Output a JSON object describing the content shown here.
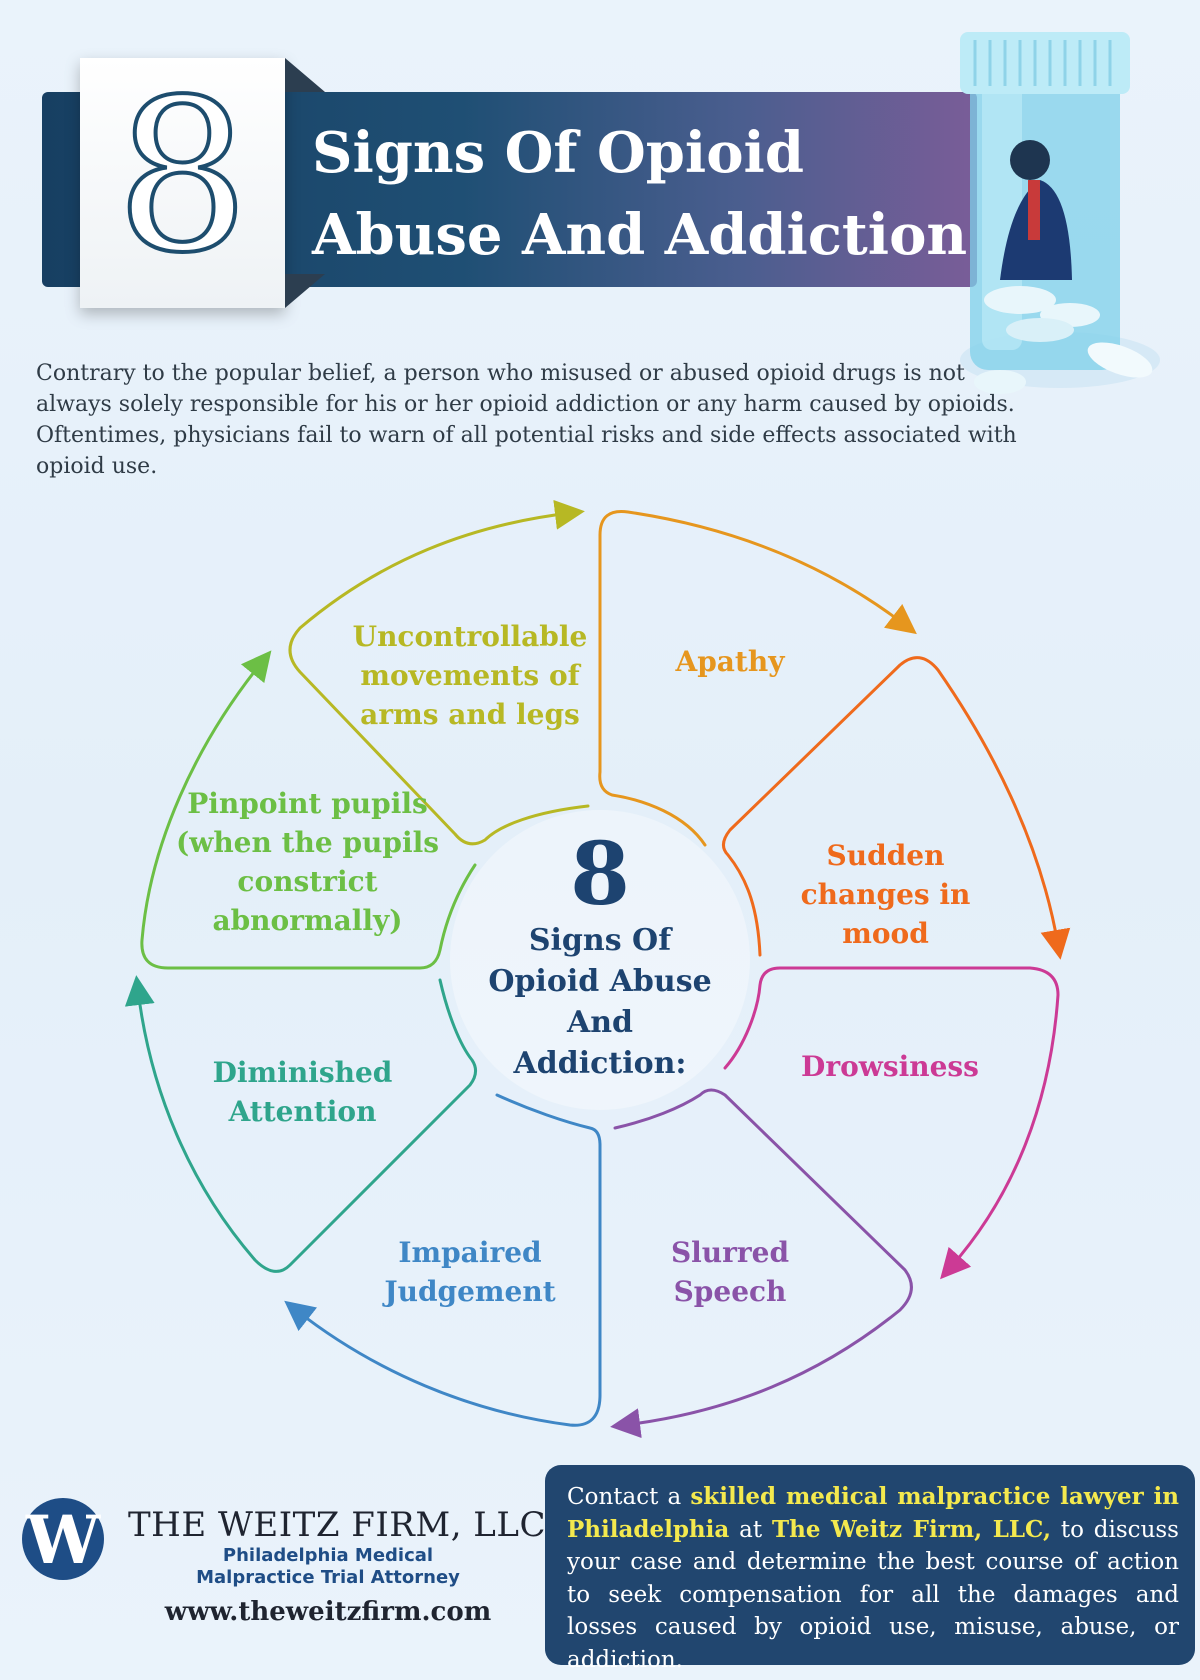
{
  "header": {
    "number": "8",
    "title_line1": "Signs Of Opioid",
    "title_line2": "Abuse And Addiction"
  },
  "intro": "Contrary to the popular belief, a person who misused or abused opioid drugs is not always solely responsible for his or her opioid addiction or any harm caused by opioids. Oftentimes, physicians fail to warn of all potential risks and side effects associated with opioid use.",
  "cycle": {
    "center_number": "8",
    "center_lines": [
      "Signs Of",
      "Opioid Abuse",
      "And",
      "Addiction:"
    ],
    "segments": [
      {
        "label": "Uncontrollable movements of arms and legs",
        "color": "#b7b824"
      },
      {
        "label": "Apathy",
        "color": "#e6961e"
      },
      {
        "label": "Sudden changes in mood",
        "color": "#ef6a1c"
      },
      {
        "label": "Drowsiness",
        "color": "#cc3a95"
      },
      {
        "label": "Slurred Speech",
        "color": "#8a53a8"
      },
      {
        "label": "Impaired Judgement",
        "color": "#3f87c6"
      },
      {
        "label": "Diminished Attention",
        "color": "#2fa58c"
      },
      {
        "label": "Pinpoint pupils (when the pupils constrict abnormally)",
        "color": "#6cbf45"
      }
    ]
  },
  "footer": {
    "logo_letter": "W",
    "firm_name": "THE WEITZ FIRM, LLC",
    "firm_sub_line1": "Philadelphia Medical",
    "firm_sub_line2": "Malpractice Trial Attorney",
    "url": "www.theweitzfirm.com",
    "cta": {
      "part1": "Contact a ",
      "highlight1": "skilled medical malpractice lawyer in Philadelphia",
      "part2": " at ",
      "highlight2": "The Weitz Firm, LLC,",
      "part3": " to discuss your case and determine the best course of action to seek compensation for all the damages and losses caused by opioid use, misuse, abuse, or addiction."
    }
  },
  "colors": {
    "banner_dark": "#173f62",
    "banner_purple": "#7a5d98",
    "navy": "#1d4370",
    "cta_bg": "#21466f",
    "cta_highlight": "#f4e94e"
  }
}
